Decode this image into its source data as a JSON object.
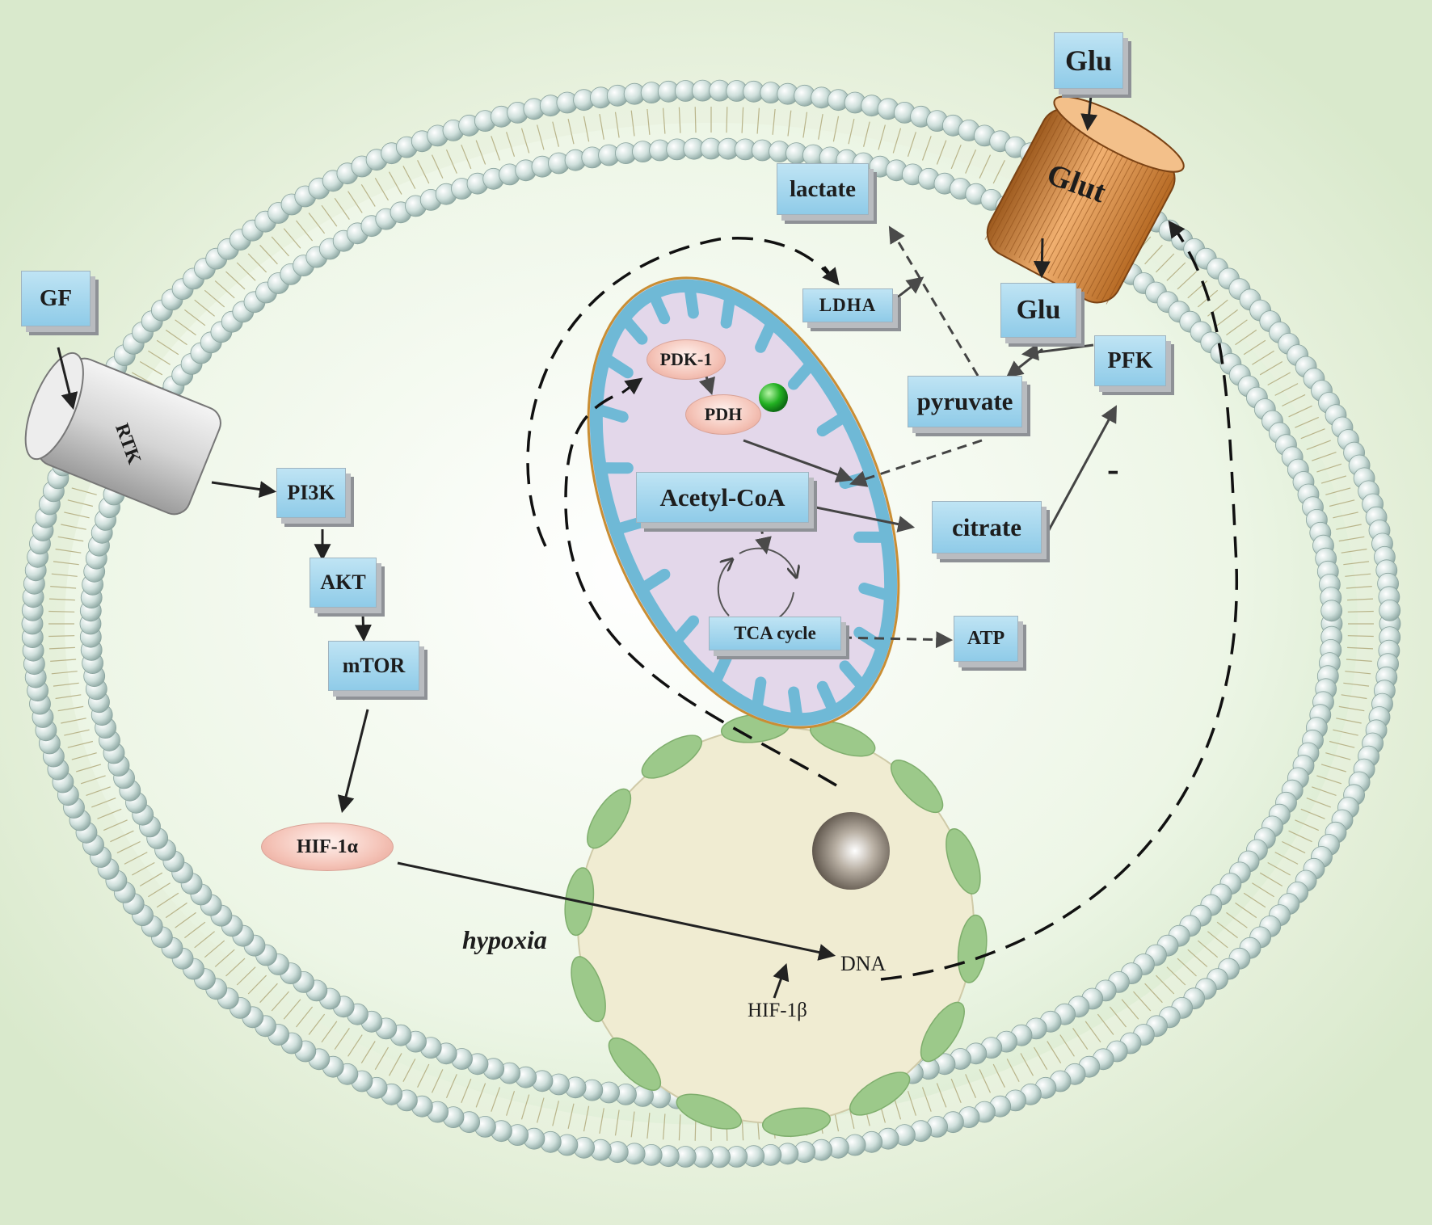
{
  "nodes": {
    "glu_outside": "Glu",
    "glut": "Glut",
    "lactate": "lactate",
    "gf": "GF",
    "rtk": "RTK",
    "ldha": "LDHA",
    "glu_inside": "Glu",
    "pdk1": "PDK-1",
    "pfk": "PFK",
    "pdh": "PDH",
    "pyruvate": "pyruvate",
    "pi3k": "PI3K",
    "acetyl_coa": "Acetyl-CoA",
    "citrate": "citrate",
    "akt": "AKT",
    "mtor": "mTOR",
    "tca_cycle": "TCA cycle",
    "atp": "ATP",
    "hif1a": "HIF-1α",
    "hypoxia": "hypoxia",
    "dna": "DNA",
    "hif1b": "HIF-1β"
  },
  "annotations": {
    "inhibition_sign": "-"
  },
  "colors": {
    "box_fill": "#9fd3ec",
    "oval_fill": "#f4c2b6",
    "mitochondrion_fill": "#e3d7ea",
    "mitochondrion_membrane": "#6fb9d6",
    "nucleus_fill": "#f0ecd2",
    "nuclear_pore": "#9cc98a",
    "membrane_bead": "#c9ddd8",
    "glut_fill": "#e89a4a",
    "rtk_fill": "#d9d9d9",
    "arrow": "#222222",
    "atp_synthase_bead": "#22b022"
  }
}
